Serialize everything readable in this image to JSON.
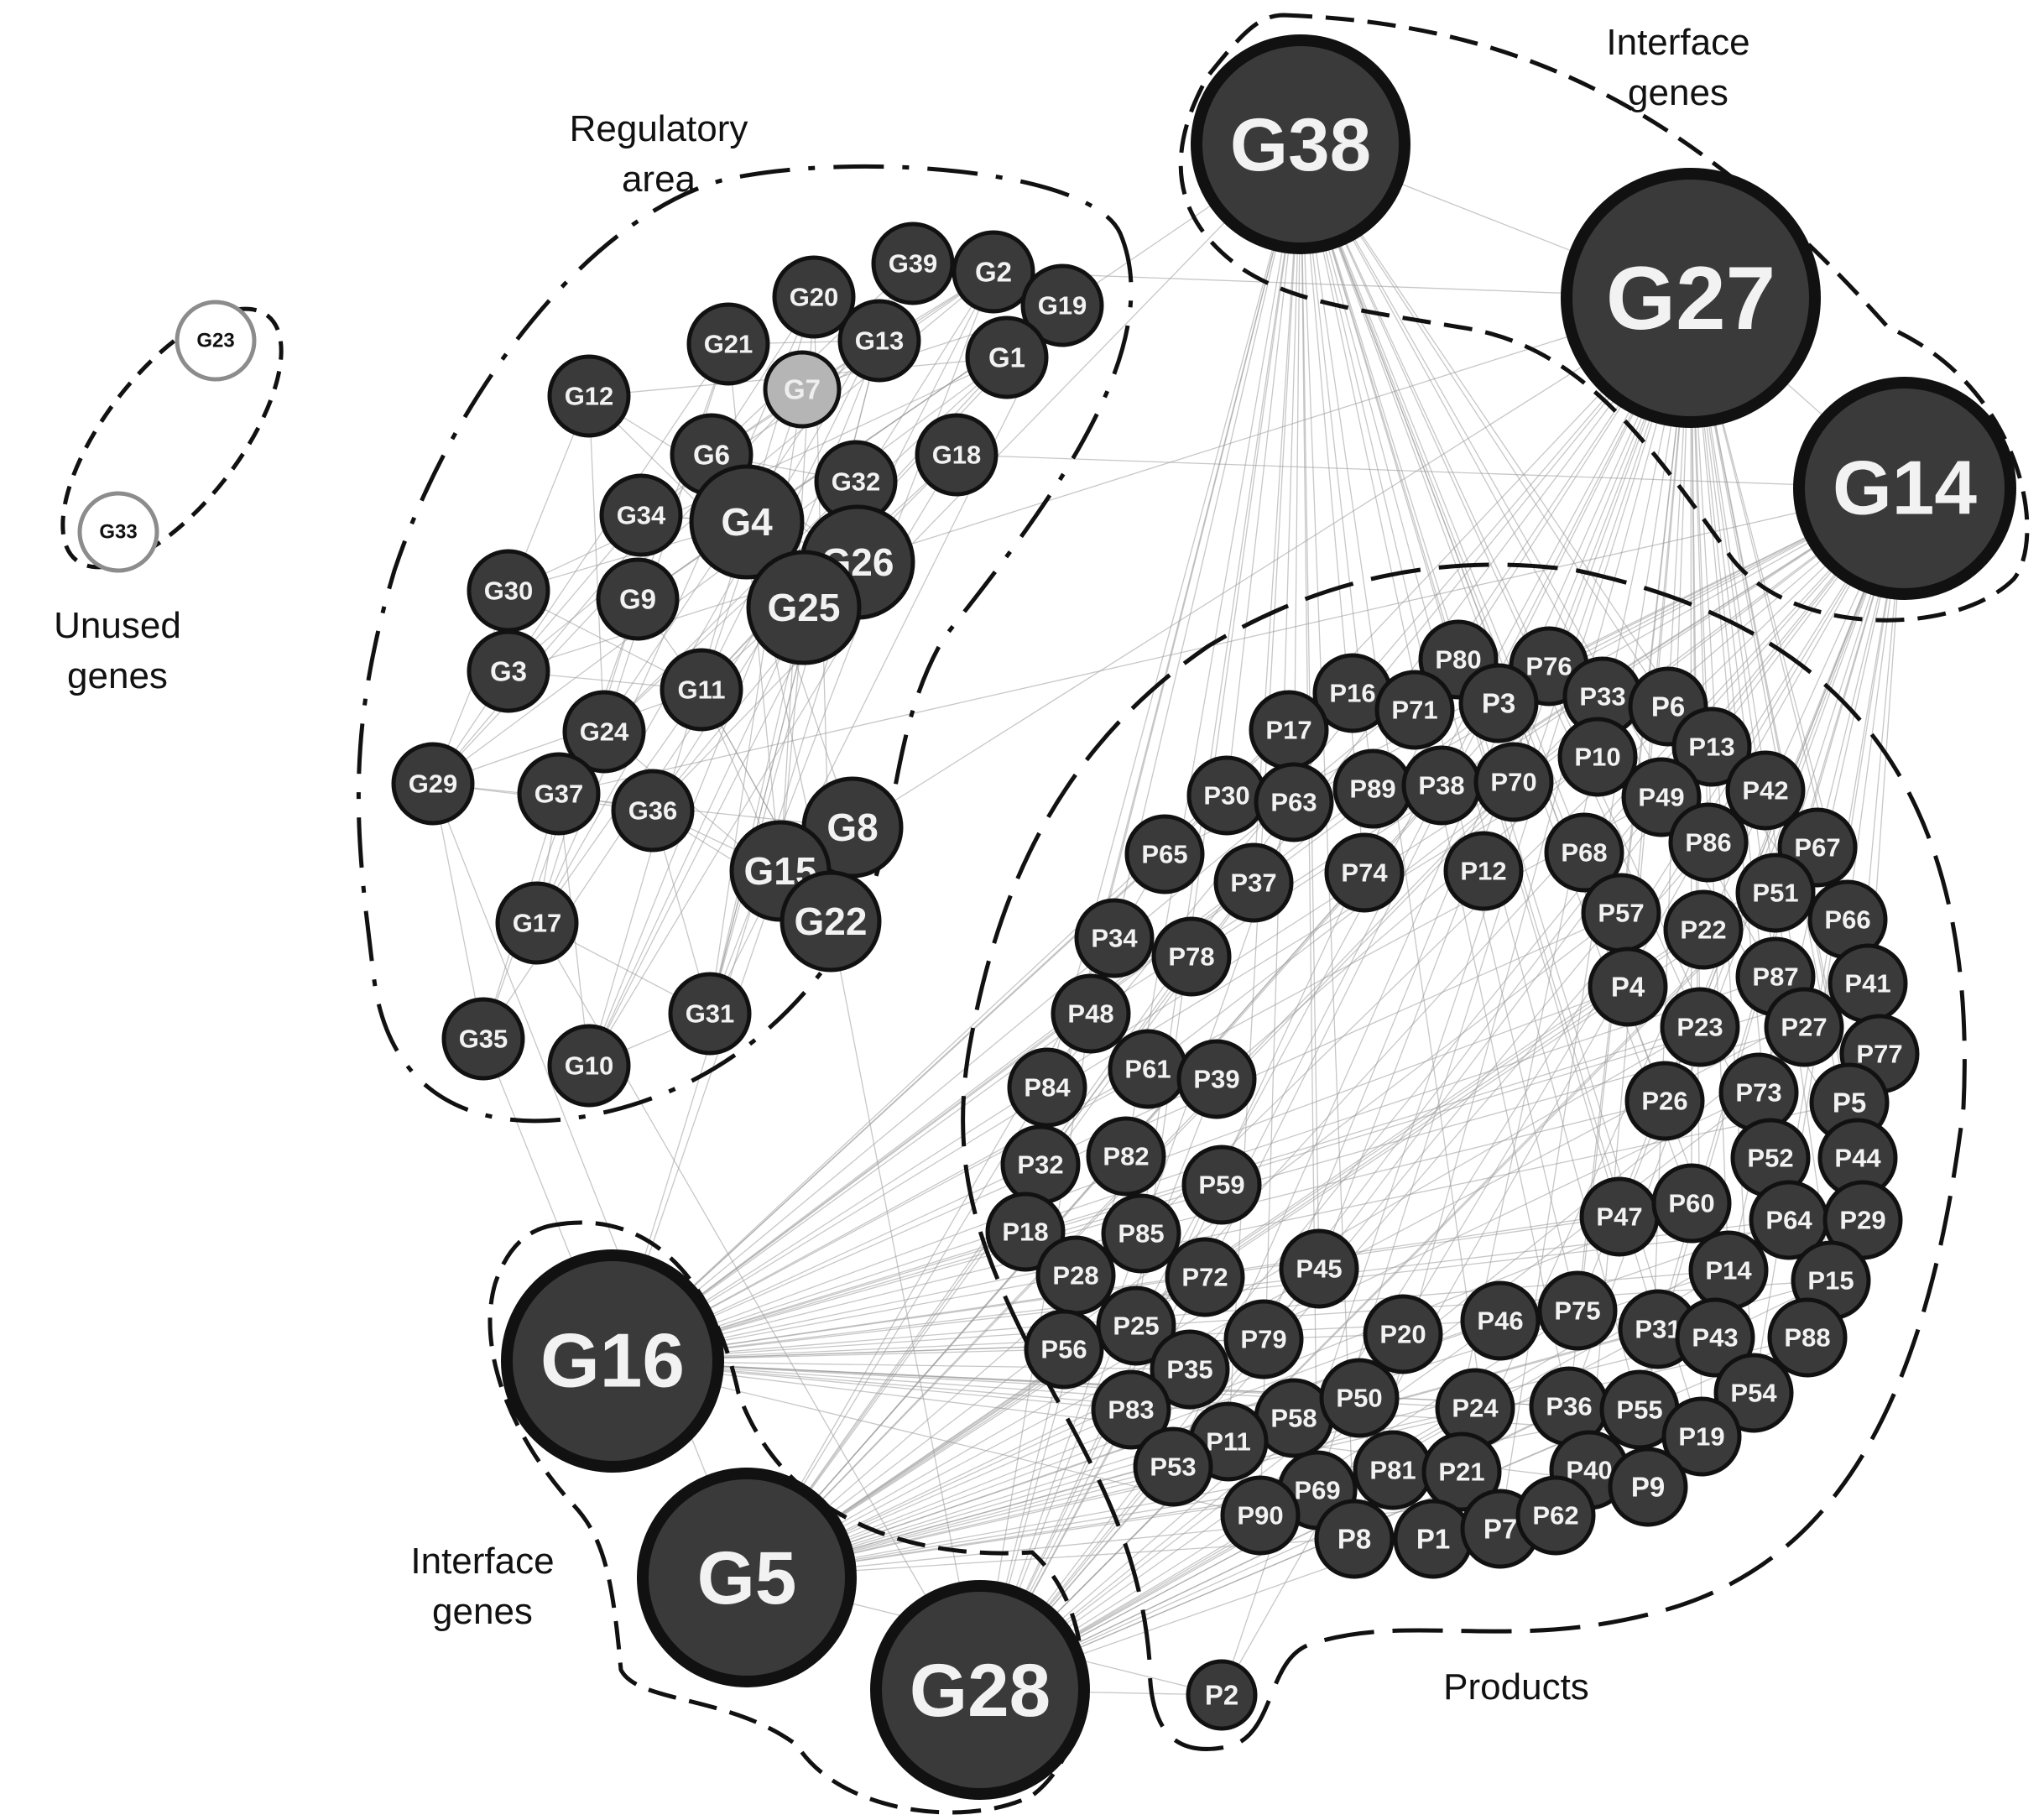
{
  "labels": {
    "unused": [
      "Unused",
      "genes"
    ],
    "regulatory": [
      "Regulatory",
      "area"
    ],
    "interface_top": [
      "Interface",
      "genes"
    ],
    "interface_bottom": [
      "Interface",
      "genes"
    ],
    "products": "Products"
  },
  "colors": {
    "node_fill": "#3a3a3a",
    "node_stroke": "#111111",
    "node_text": "#f2f2f2",
    "g7_fill": "#b5b5b5",
    "unused_stroke": "#8c8c8c",
    "edge": "#9a9a9a"
  },
  "unused_genes": [
    "G23",
    "G33"
  ],
  "interface_genes_top": [
    "G38",
    "G27",
    "G14"
  ],
  "interface_genes_bottom": [
    "G16",
    "G5",
    "G28"
  ],
  "regulatory_genes": [
    "G39",
    "G2",
    "G20",
    "G19",
    "G21",
    "G13",
    "G1",
    "G7",
    "G12",
    "G6",
    "G32",
    "G18",
    "G34",
    "G4",
    "G26",
    "G30",
    "G9",
    "G25",
    "G3",
    "G11",
    "G24",
    "G29",
    "G37",
    "G36",
    "G8",
    "G15",
    "G22",
    "G17",
    "G35",
    "G10",
    "G31"
  ],
  "products": [
    "P80",
    "P76",
    "P16",
    "P71",
    "P3",
    "P33",
    "P6",
    "P17",
    "P13",
    "P10",
    "P30",
    "P63",
    "P89",
    "P38",
    "P70",
    "P49",
    "P42",
    "P65",
    "P37",
    "P74",
    "P12",
    "P68",
    "P86",
    "P67",
    "P51",
    "P57",
    "P66",
    "P34",
    "P78",
    "P22",
    "P87",
    "P41",
    "P48",
    "P4",
    "P23",
    "P27",
    "P77",
    "P84",
    "P61",
    "P39",
    "P26",
    "P73",
    "P5",
    "P32",
    "P82",
    "P59",
    "P52",
    "P44",
    "P47",
    "P60",
    "P64",
    "P29",
    "P18",
    "P85",
    "P28",
    "P72",
    "P45",
    "P14",
    "P15",
    "P25",
    "P79",
    "P20",
    "P46",
    "P75",
    "P31",
    "P43",
    "P88",
    "P56",
    "P35",
    "P83",
    "P58",
    "P50",
    "P24",
    "P36",
    "P55",
    "P54",
    "P11",
    "P53",
    "P19",
    "P69",
    "P81",
    "P21",
    "P40",
    "P90",
    "P9",
    "P8",
    "P1",
    "P7",
    "P62",
    "P2"
  ]
}
